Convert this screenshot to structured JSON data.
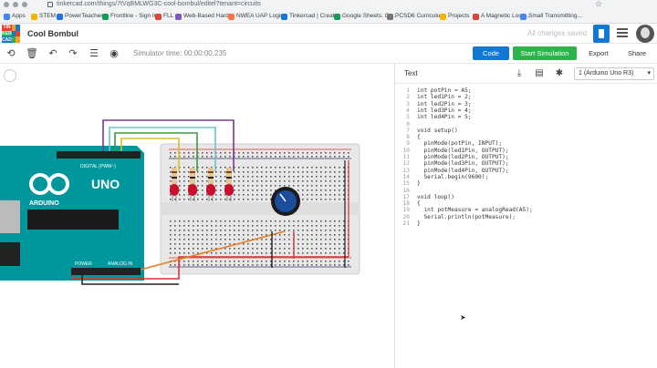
{
  "browser": {
    "url": "tinkercad.com/things/7tVqBMLWG3C-cool-bombul/editel?tenant=circuits",
    "bookmarks": [
      {
        "label": "Apps",
        "color": "#4285f4"
      },
      {
        "label": "STEM",
        "color": "#f4b400"
      },
      {
        "label": "PowerTeacher",
        "color": "#1a73e8"
      },
      {
        "label": "Frontline - Sign In",
        "color": "#0f9d58"
      },
      {
        "label": "FLL",
        "color": "#db4437"
      },
      {
        "label": "Web-Based Hard...",
        "color": "#7e57c2"
      },
      {
        "label": "NWEA UAP Login",
        "color": "#ff7043"
      },
      {
        "label": "Tinkercad | Create...",
        "color": "#1477d1"
      },
      {
        "label": "Google Sheets: Cr...",
        "color": "#0f9d58"
      },
      {
        "label": "PCSD6 Curriculu...",
        "color": "#757575"
      },
      {
        "label": "Projects",
        "color": "#f4b400"
      },
      {
        "label": "A Magnetic Loop...",
        "color": "#db4437"
      },
      {
        "label": "Small Transmitting...",
        "color": "#4285f4"
      }
    ]
  },
  "header": {
    "logo_letters": [
      "TIN",
      "KER",
      "CAD"
    ],
    "title": "Cool Bombul",
    "save_status": "All changes saved"
  },
  "toolbar": {
    "sim_time": "Simulator time: 00:00:00.235",
    "code_label": "Code",
    "start_sim_label": "Start Simulation",
    "export_label": "Export",
    "share_label": "Share"
  },
  "board": {
    "name": "UNO",
    "brand": "ARDUINO",
    "digital_label": "DIGITAL (PWM~)",
    "power_label": "POWER",
    "analog_label": "ANALOG IN"
  },
  "code_panel": {
    "mode": "Text",
    "device": "1 (Arduino Uno R3)",
    "lines": [
      "int potPin = A5;",
      "int led1Pin = 2;",
      "int led2Pin = 3;",
      "int led3Pin = 4;",
      "int led4Pin = 5;",
      "",
      "void setup()",
      "{",
      "  pinMode(potPin, INPUT);",
      "  pinMode(led1Pin, OUTPUT);",
      "  pinMode(led2Pin, OUTPUT);",
      "  pinMode(led3Pin, OUTPUT);",
      "  pinMode(led4Pin, OUTPUT);",
      "  Serial.begin(9600);",
      "}",
      "",
      "void loop()",
      "{",
      "  int potMeasure = analogRead(A5);",
      "  Serial.println(potMeasure);",
      "}"
    ]
  },
  "colors": {
    "accent_blue": "#1477d1",
    "sim_green": "#2db34a",
    "board_teal": "#00979c",
    "led_red": "#c8102e"
  }
}
